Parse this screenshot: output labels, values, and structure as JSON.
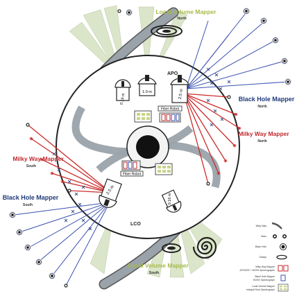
{
  "survey": {
    "lvm_north_title": "Local Volume Mapper",
    "lvm_north_sub": "North",
    "lvm_south_title": "Local Volume Mapper",
    "lvm_south_sub": "South",
    "bhm_north_title": "Black Hole Mapper",
    "bhm_north_sub": "North",
    "bhm_south_title": "Black Hole Mapper",
    "bhm_south_sub": "South",
    "mwm_north_title": "Milky Way Mapper",
    "mwm_north_sub": "North",
    "mwm_south_title": "Milky Way Mapper",
    "mwm_south_sub": "South"
  },
  "observatories": {
    "apo_label": "APO",
    "lco_label": "LCO",
    "tel_1m": "1.0 m",
    "tel_25m_north": "2.5 m",
    "tel_016_north": "0.16 m",
    "tel_25m_south": "2.5 m",
    "tel_016_south": "0.16 m",
    "fiber_robot_north": "Fiber Robot",
    "fiber_robot_south": "Fiber Robot"
  },
  "legend": {
    "milky_way": "Milky Way",
    "stars": "Stars",
    "black_hole": "Black Hole",
    "galaxy": "Galaxy",
    "mwm_spectro_1": "Milky Way Mapper",
    "mwm_spectro_2": "APOGEE + BOSS Spectrographs",
    "bhm_spectro_1": "Black Hole Mapper",
    "bhm_spectro_2": "BOSS Spectrograph",
    "lvm_spectro_1": "Local Volume Mapper",
    "lvm_spectro_2": "Integral Field Spectrograph"
  },
  "colors": {
    "lvm_green": "#a8b94a",
    "bhm_navy": "#1f3a7a",
    "mwm_red": "#c0282e",
    "beam_blue": "#3a4fb0",
    "beam_red": "#cc2b2b",
    "cone_fill": "#dbe5c9",
    "milky_way_band": "#9aa3aa"
  }
}
